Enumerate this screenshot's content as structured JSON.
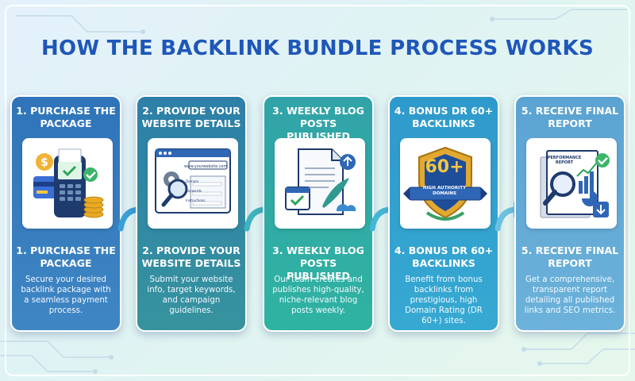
{
  "title": "HOW THE BACKLINK BUNDLE PROCESS WORKS",
  "steps": [
    {
      "heading": "1. PURCHASE THE PACKAGE",
      "subheading": "1. PURCHASE THE PACKAGE",
      "description": "Secure your desired backlink package with a seamless payment process.",
      "icon": "payment-terminal-icon"
    },
    {
      "heading": "2. PROVIDE YOUR WEBSITE DETAILS",
      "subheading": "2. PROVIDE YOUR WEBSITE DETAILS",
      "description": "Submit your website info, target keywords, and campaign guidelines.",
      "icon": "website-form-icon",
      "form": {
        "url": "www.yourwebsite.com",
        "fields": [
          "Domain",
          "Keywords",
          "Instructions"
        ]
      }
    },
    {
      "heading": "3. WEEKLY BLOG POSTS PUBLISHED",
      "subheading": "3. WEEKLY BLOG POSTS PUBLISHED",
      "description": "Our team creates and publishes high-quality, niche-relevant blog posts weekly.",
      "icon": "blog-document-icon"
    },
    {
      "heading": "4. BONUS DR 60+ BACKLINKS",
      "subheading": "4. BONUS DR 60+ BACKLINKS",
      "description": "Benefit from bonus backlinks from prestigious, high Domain Rating (DR 60+) sites.",
      "icon": "authority-shield-icon",
      "badge": {
        "value": "60+",
        "ribbon_line1": "HIGH AUTHORITY",
        "ribbon_line2": "DOMAINS"
      }
    },
    {
      "heading": "5. RECEIVE FINAL REPORT",
      "subheading": "5. RECEIVE FINAL REPORT",
      "description": "Get a comprehensive, transparent report detailing all published links and SEO metrics.",
      "icon": "performance-report-icon",
      "report": {
        "line1": "PERFORMANCE",
        "line2": "REPORT"
      }
    }
  ],
  "colors": {
    "title": "#1f56b8",
    "card1": "#2f74b9",
    "card2": "#2d7fa8",
    "card3": "#31a3a8",
    "card4": "#2e9acb",
    "card5": "#5ba3d2",
    "arrow": "#3a9fd6"
  }
}
